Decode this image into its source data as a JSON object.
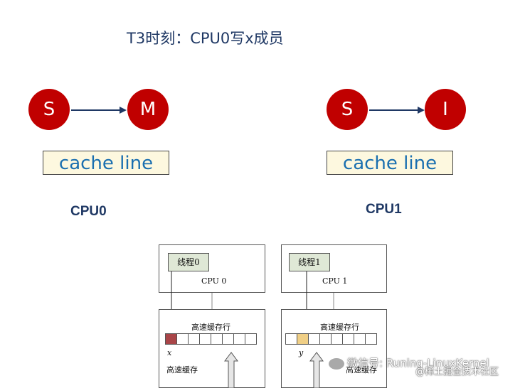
{
  "title": "T3时刻：CPU0写x成员",
  "cpu0": {
    "state_from": "S",
    "state_to": "M",
    "cache_line": "cache line",
    "label": "CPU0"
  },
  "cpu1": {
    "state_from": "S",
    "state_to": "I",
    "cache_line": "cache line",
    "label": "CPU1"
  },
  "figure": {
    "left": {
      "thread": "线程0",
      "cpu": "CPU 0",
      "cache_row": "高速缓存行",
      "var": "x",
      "cache": "高速缓存",
      "highlight_color": "#a94548"
    },
    "right": {
      "thread": "线程1",
      "cpu": "CPU 1",
      "cache_row": "高速缓存行",
      "var": "y",
      "cache": "高速缓存",
      "highlight_color": "#f0cf86"
    }
  },
  "watermark": {
    "line1": "微信号: Runing-LinuxKernel",
    "line2": "@稀土掘金技术社区"
  },
  "colors": {
    "state_circle": "#c00000",
    "cache_line_bg": "#fdf8df",
    "cache_line_text": "#1a6fb0",
    "title_text": "#1f3864"
  }
}
